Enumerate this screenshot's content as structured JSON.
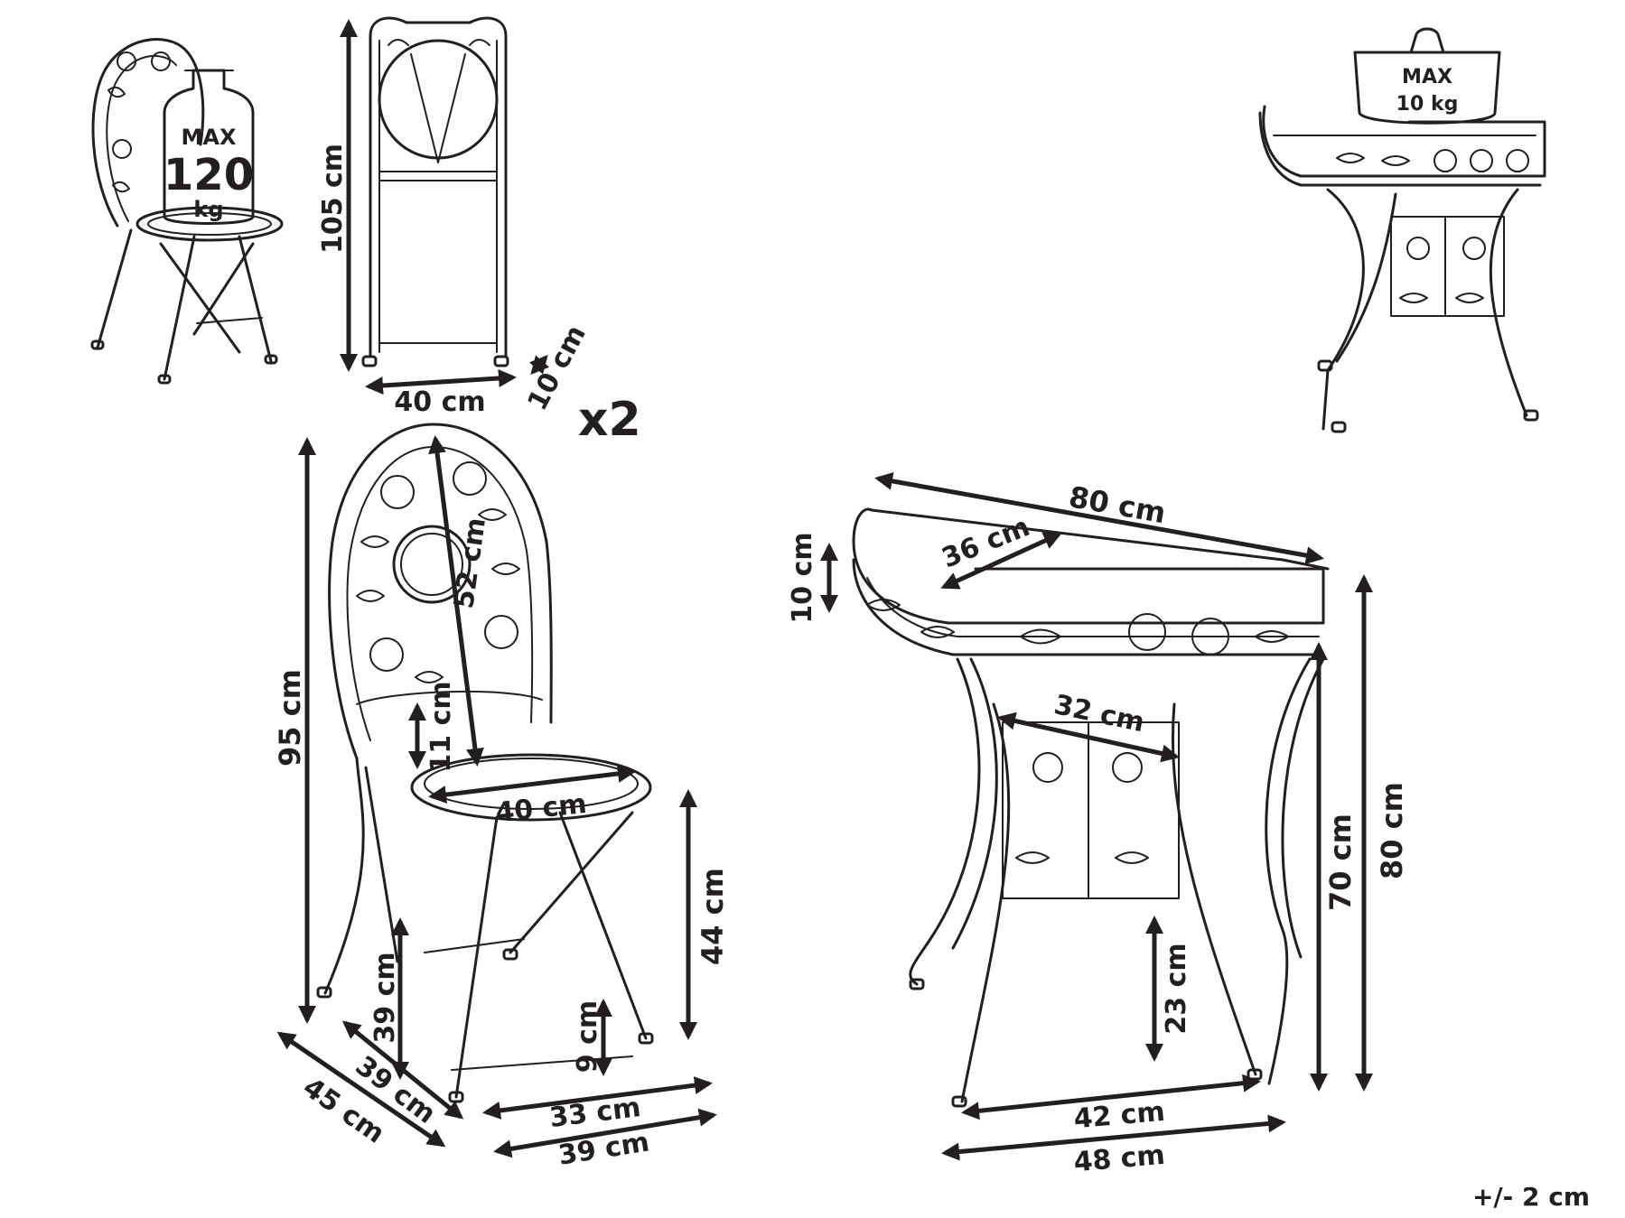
{
  "weights": {
    "chair": {
      "line1": "MAX",
      "line2": "120",
      "line3": "kg"
    },
    "table": {
      "line1": "MAX",
      "line2": "10 kg"
    }
  },
  "quantity": "x2",
  "tolerance": "+/- 2 cm",
  "folded_chair": {
    "height": "105 cm",
    "width": "40 cm",
    "depth": "10 cm"
  },
  "chair": {
    "total_height": "95 cm",
    "back_height": "52 cm",
    "rim_height": "11 cm",
    "seat_diameter": "40 cm",
    "seat_height": "44 cm",
    "rear_leg_height": "39 cm",
    "foot_height": "9 cm",
    "side_inner": "39 cm",
    "side_outer": "45 cm",
    "front_inner": "33 cm",
    "front_outer": "39 cm"
  },
  "table": {
    "width": "80 cm",
    "depth": "36 cm",
    "apron_height": "10 cm",
    "frame_width": "32 cm",
    "height": "80 cm",
    "leg_height": "70 cm",
    "lower_height": "23 cm",
    "base_inner": "42 cm",
    "base_outer": "48 cm"
  }
}
